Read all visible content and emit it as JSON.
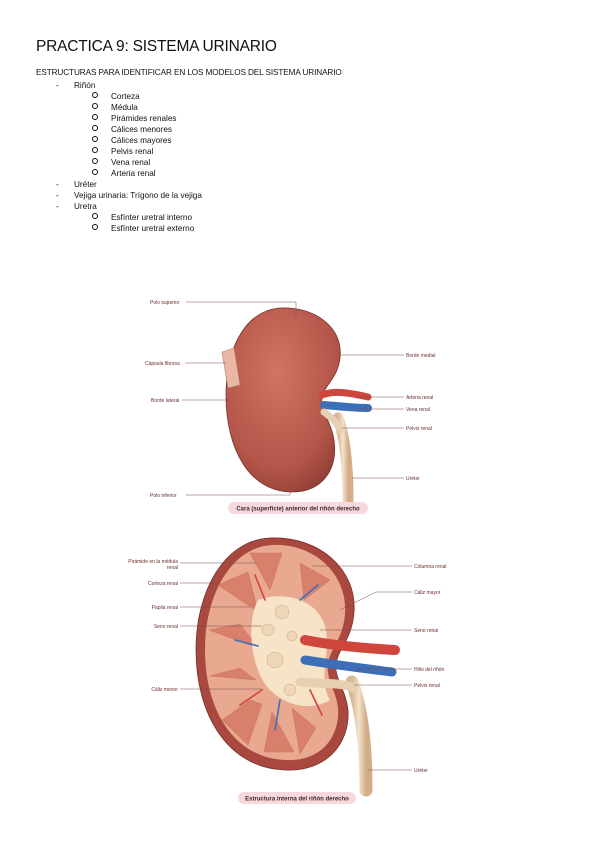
{
  "title": "PRACTICA 9: SISTEMA URINARIO",
  "subtitle": "ESTRUCTURAS PARA IDENTIFICAR EN LOS MODELOS DEL SISTEMA URINARIO",
  "outline": {
    "rinon": "Riñón",
    "rinon_items": [
      "Corteza",
      "Médula",
      "Pirámides renales",
      "Cálices menores",
      "Cálices mayores",
      "Pelvis renal",
      "Vena renal",
      "Arteria renal"
    ],
    "ureter": "Uréter",
    "vejiga": "Vejiga urinaria: Trígono de la vejiga",
    "uretra": "Uretra",
    "uretra_items": [
      "Esfínter uretral interno",
      "Esfínter uretral externo"
    ]
  },
  "figure1": {
    "caption": "Cara (superficie) anterior del riñón derecho",
    "labels": {
      "polo_superior": "Polo superior",
      "capsula": "Cápsula fibrosa",
      "borde_lateral": "Borde lateral",
      "polo_inferior": "Polo inferior",
      "borde_medial": "Borde medial",
      "arteria": "Arteria renal",
      "vena": "Vena renal",
      "pelvis": "Pelvis renal",
      "ureter": "Uréter"
    }
  },
  "figure2": {
    "caption": "Estructura interna del riñón derecho",
    "labels": {
      "piramide_1": "Pirámide en la médula",
      "piramide_2": "renal",
      "corteza": "Corteza renal",
      "papila": "Papila renal",
      "seno_left": "Seno renal",
      "caliz_menor": "Cáliz menor",
      "columna": "Columna renal",
      "caliz_mayor": "Cáliz mayor",
      "seno_right": "Seno renal",
      "hilio": "Hilio del riñón",
      "pelvis": "Pelvis renal",
      "ureter": "Uréter"
    }
  },
  "colors": {
    "kidney": "#b85a4e",
    "kidney_dark": "#8e3b33",
    "cortex": "#e8a990",
    "medulla": "#d9806c",
    "sinus": "#f6e3c8",
    "artery": "#d0453c",
    "vein": "#3d6fb8",
    "ureter": "#e8d1b6",
    "caption_bg": "#f7d9dd"
  }
}
